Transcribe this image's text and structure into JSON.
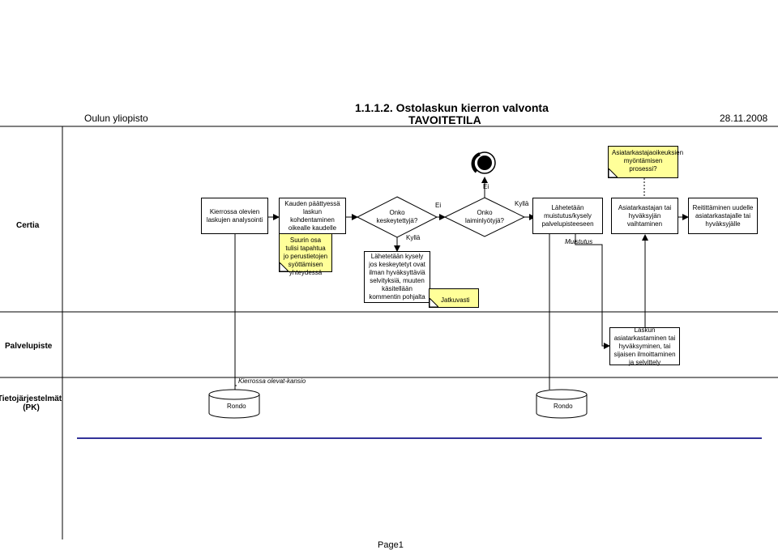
{
  "header": {
    "org": "Oulun yliopisto",
    "title": "1.1.1.2. Ostolaskun kierron valvonta",
    "subtitle": "TAVOITETILA",
    "date": "28.11.2008"
  },
  "lanes": {
    "certia": "Certia",
    "palvelupiste": "Palvelupiste",
    "tietojarjestelma_line1": "Tietojärjestelmät",
    "tietojarjestelma_line2": "(PK)"
  },
  "nodes": {
    "analysis": "Kierrossa olevien laskujen analysointi",
    "period_end": "Kauden päättyessä laskun kohdentaminen oikealle kaudelle",
    "decision_question": "Onko keskeytettyjä?",
    "send_query": "Lähetetään kysely jos keskeytetyt ovat ilman hyväksyttäviä selvityksiä, muuten käsitellään kommentin pohjalta",
    "neglect_question": "Onko laiminlyötyjä?",
    "reminder": "Lähetetään muistutus/kysely palvelupisteeseen",
    "change_approver": "Asiatarkastajan tai hyväksyjän vaihtaminen",
    "reroute": "Reitittäminen uudelle asiatarkastajalle tai hyväksyjälle",
    "pp_task": "Laskun asiatarkastaminen tai hyväksyminen, tai sijaisen ilmoittaminen ja selvittely"
  },
  "notes": {
    "data_entry": "Suurin osa tulisi tapahtua jo perustietojen syöttämisen yhteydessä",
    "rights_question": "Asiatarkastajaoikeuksien myöntämisen prosessi?",
    "continuous": "Jatkuvasti"
  },
  "labels": {
    "yes1": "Kyllä",
    "no1": "Ei",
    "yes2": "Kyllä",
    "no2": "Ei",
    "reminder_label": "Muistutus",
    "folder": "Kierrossa olevat-kansio"
  },
  "systems": {
    "rondo1": "Rondo",
    "rondo2": "Rondo"
  },
  "footer": {
    "page": "Page1"
  }
}
